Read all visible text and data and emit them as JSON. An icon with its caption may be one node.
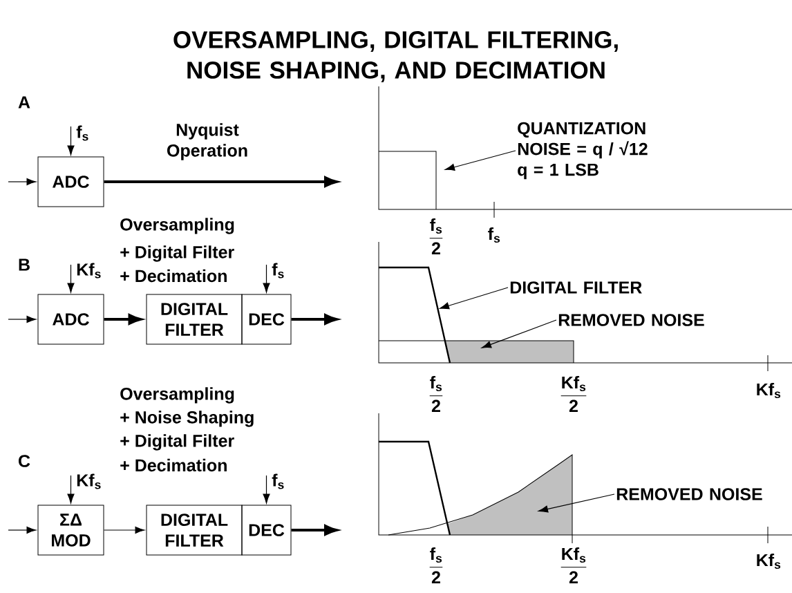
{
  "diagram": {
    "title": "OVERSAMPLING, DIGITAL FILTERING, NOISE SHAPING, AND DECIMATION",
    "nodes": [
      {
        "text": [
          "ADC"
        ],
        "beside": [
          "f$_{s}$"
        ]
      },
      {
        "text": [
          "ADC"
        ],
        "beside": [
          "Kf$_{s}$"
        ]
      },
      {
        "text": [
          "DIGITAL FILTER"
        ]
      },
      {
        "text": [
          "DEC"
        ],
        "beside": [
          "f$_{s}$"
        ]
      },
      {
        "text": [
          "ΣΔ MOD"
        ],
        "beside": [
          "Kf$_{s}$"
        ]
      },
      {
        "text": [
          "DIGITAL FILTER"
        ]
      },
      {
        "text": [
          "DEC"
        ],
        "beside": [
          "f$_{s}$"
        ]
      },
      {
        "text": [
          "QUANTIZATION NOISE = q / √12",
          "q = 1 LSB"
        ]
      },
      {
        "text": [
          "DIGITAL FILTER"
        ]
      },
      {
        "text": [
          "REMOVED NOISE"
        ]
      },
      {
        "text": [
          "REMOVED NOISE"
        ]
      }
    ],
    "edges": [
      {
        "from": null,
        "to": 0,
        "arrow": "to"
      },
      {
        "from": null,
        "to": 0,
        "arrow": "to"
      },
      {
        "from": 0,
        "to": null,
        "arrow": "to",
        "label": "Nyquist Operation",
        "style": "thick"
      },
      {
        "from": null,
        "to": 1,
        "arrow": "to"
      },
      {
        "from": null,
        "to": 1,
        "arrow": "to"
      },
      {
        "from": 1,
        "to": 2,
        "arrow": "to",
        "style": "thick"
      },
      {
        "from": null,
        "to": 3,
        "arrow": "to"
      },
      {
        "from": 3,
        "to": null,
        "arrow": "to",
        "style": "thick"
      },
      {
        "from": null,
        "to": 4,
        "arrow": "to"
      },
      {
        "from": null,
        "to": 4,
        "arrow": "to"
      },
      {
        "from": 4,
        "to": 5,
        "arrow": "to"
      },
      {
        "from": null,
        "to": 6,
        "arrow": "to"
      },
      {
        "from": 6,
        "to": null,
        "arrow": "to",
        "style": "thick"
      },
      {
        "from": 7,
        "to": null,
        "arrow": "to"
      },
      {
        "from": 8,
        "to": null,
        "arrow": "to"
      },
      {
        "from": 9,
        "to": null,
        "arrow": "to"
      },
      {
        "from": 10,
        "to": null,
        "arrow": "to"
      }
    ],
    "labels": [
      "A",
      "B",
      "C",
      "Oversampling",
      "+ Digital Filter",
      "+ Decimation",
      "Oversampling",
      "+ Noise Shaping",
      "+ Digital Filter",
      "+ Decimation",
      "\\frac{\\textbf{f}_{\\textbf{s}}}{\\textbf{2}}",
      "f$_{s}$",
      "\\frac{\\textbf{f}_{\\textbf{s}}}{\\textbf{2}}",
      "\\frac{\\textbf{Kf}_{\\textbf{s}}}{\\textbf{2}}",
      "Kf$_{s}$",
      "\\frac{\\textbf{f}_{\\textbf{s}}}{\\textbf{2}}",
      "\\frac{\\textbf{Kf}_{\\textbf{s}}}{\\textbf{2}}",
      "Kf$_{s}$"
    ]
  }
}
